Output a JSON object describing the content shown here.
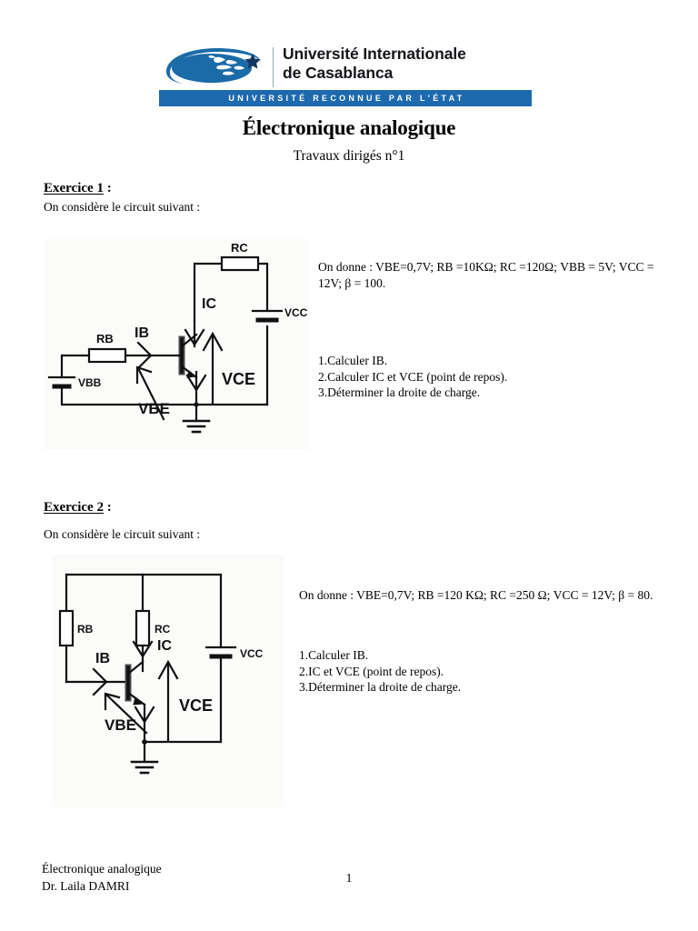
{
  "header": {
    "logo": {
      "icon_name": "globe-swoosh-star-logo",
      "university_name": "Université Internationale\nde Casablanca",
      "banner_text": "UNIVERSITÉ RECONNUE PAR L'ÉTAT",
      "brand_blue": "#1c69ad",
      "logo_mark_blue": "#1b6ba8"
    }
  },
  "document": {
    "title": "Électronique analogique",
    "subtitle": "Travaux dirigés n°1"
  },
  "exercise1": {
    "heading_underlined": "Exercice 1",
    "heading_suffix": " :",
    "intro": "On considère le circuit suivant :",
    "given": "On donne : VBE=0,7V; RB =10KΩ; RC =120Ω; VBB = 5V; VCC = 12V; β = 100.",
    "questions": [
      "1.Calculer IB.",
      "2.Calculer IC et VCE (point de repos).",
      "3.Déterminer la droite de charge."
    ],
    "circuit": {
      "name": "common-emitter-transistor-circuit-with-vbb-source",
      "labels": {
        "rc": "RC",
        "ic": "IC",
        "vcc": "VCC",
        "vce": "VCE",
        "rb": "RB",
        "ib": "IB",
        "vbb": "VBB",
        "vbe": "VBE"
      }
    }
  },
  "exercise2": {
    "heading_underlined": "Exercice 2",
    "heading_suffix": " :",
    "intro": "On considère le circuit suivant :",
    "given": "On donne : VBE=0,7V; RB =120 KΩ; RC =250 Ω; VCC = 12V; β = 80.",
    "questions": [
      "1.Calculer IB.",
      "2.IC et VCE (point de repos).",
      "3.Déterminer la droite de charge."
    ],
    "circuit": {
      "name": "base-bias-transistor-circuit-single-supply",
      "labels": {
        "rb": "RB",
        "rc": "RC",
        "ic": "IC",
        "ib": "IB",
        "vcc": "VCC",
        "vce": "VCE",
        "vbe": "VBE"
      }
    }
  },
  "footer": {
    "course": "Électronique analogique",
    "author": "Dr. Laila DAMRI",
    "page_number": "1"
  }
}
